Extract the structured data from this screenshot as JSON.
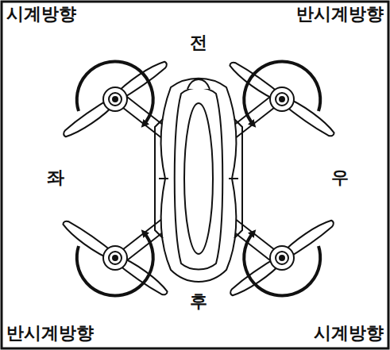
{
  "diagram": {
    "labels": [
      "시계방향",
      "반시계방향",
      "전",
      "좌",
      "우",
      "후",
      "반시계방향",
      "시계방향"
    ]
  }
}
